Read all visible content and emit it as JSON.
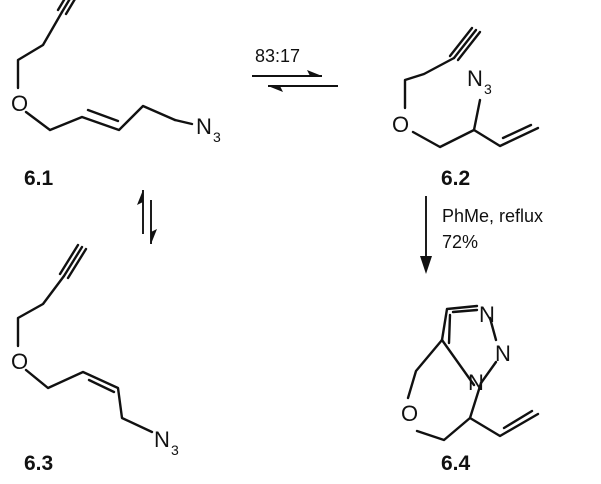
{
  "atoms": {
    "oxygen": "O",
    "nitrogen": "N",
    "azide_n": "N",
    "azide_sub": "3"
  },
  "compounds": {
    "c61": "6.1",
    "c62": "6.2",
    "c63": "6.3",
    "c64": "6.4"
  },
  "conditions": {
    "ratio": "83:17",
    "solvent": "PhMe, reflux",
    "yield": "72%"
  }
}
